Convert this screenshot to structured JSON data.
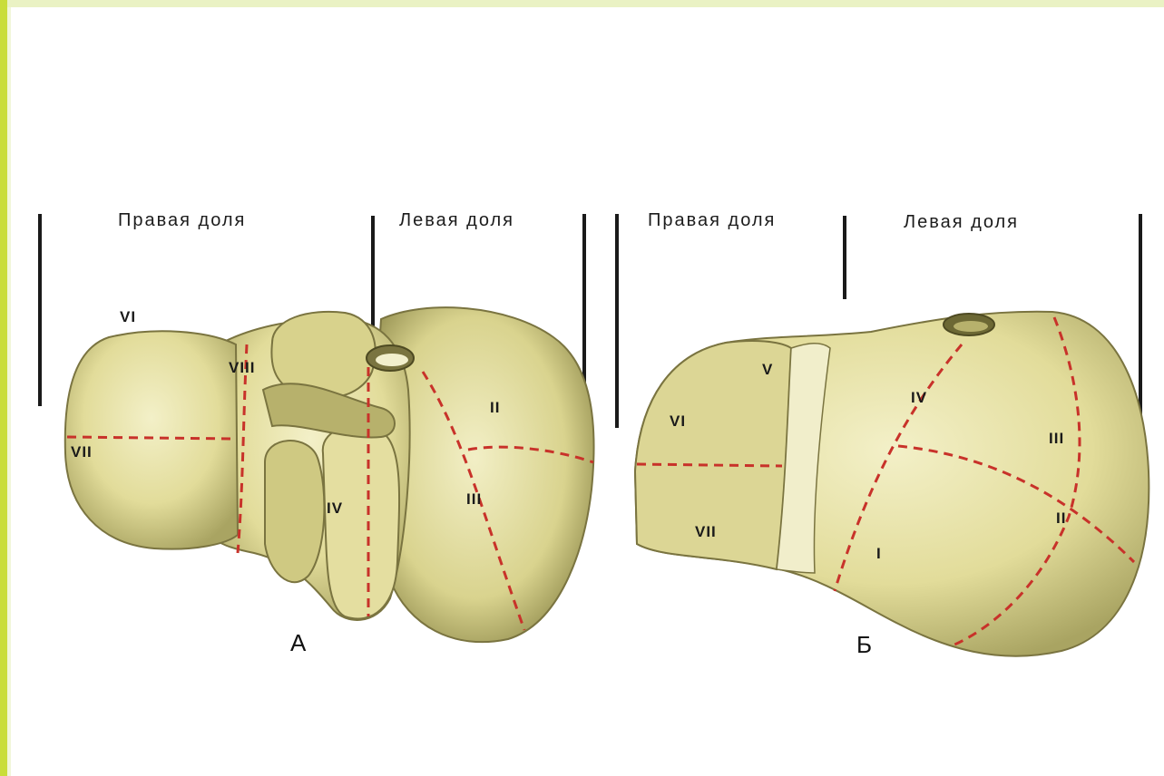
{
  "panel_a": {
    "right_lobe_label": "Правая доля",
    "left_lobe_label": "Левая доля",
    "caption": "А",
    "segments": {
      "vi": "VI",
      "vii": "VII",
      "viii": "VIII",
      "iv": "IV",
      "ii": "II",
      "iii": "III"
    }
  },
  "panel_b": {
    "right_lobe_label": "Правая доля",
    "left_lobe_label": "Левая доля",
    "caption": "Б",
    "segments": {
      "v": "V",
      "vi": "VI",
      "vii": "VII",
      "iv": "IV",
      "iii": "III",
      "ii": "II",
      "i": "I"
    }
  },
  "colors": {
    "organ_fill": "#e6e1a4",
    "organ_shadow": "#a9a462",
    "organ_outline": "#6e6a3a",
    "segment_line": "#c8322a"
  }
}
